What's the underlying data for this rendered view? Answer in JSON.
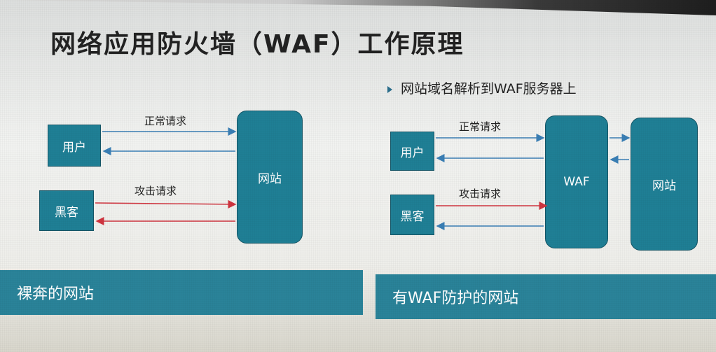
{
  "title": "网络应用防火墙（WAF）工作原理",
  "bullet": "网站域名解析到WAF服务器上",
  "left": {
    "user": "用户",
    "hacker": "黑客",
    "website": "网站",
    "normal_request": "正常请求",
    "attack_request": "攻击请求",
    "footer": "裸奔的网站"
  },
  "right": {
    "user": "用户",
    "hacker": "黑客",
    "waf": "WAF",
    "website": "网站",
    "normal_request": "正常请求",
    "attack_request": "攻击请求",
    "footer": "有WAF防护的网站"
  },
  "colors": {
    "box_fill": "#1f7f95",
    "footer_fill": "#2a8399",
    "normal_arrow": "#3a7fb5",
    "attack_arrow": "#d0343f"
  }
}
